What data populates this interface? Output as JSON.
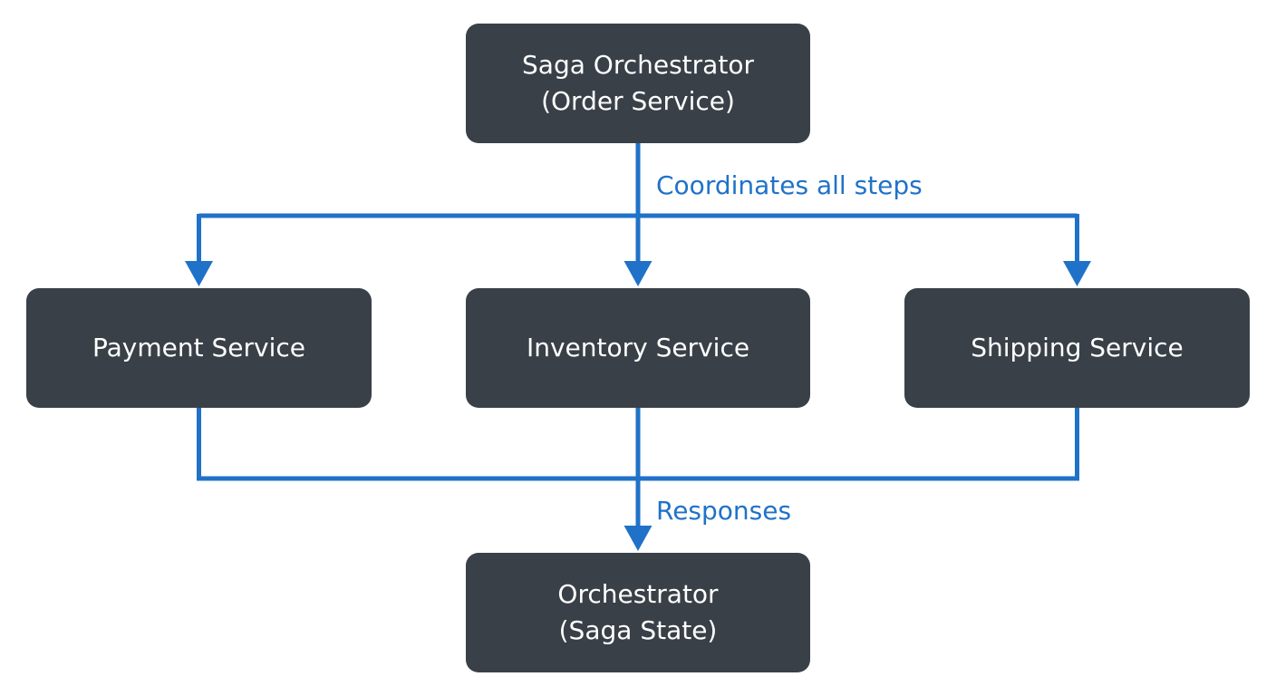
{
  "diagram": {
    "colors": {
      "node_fill": "#394047",
      "node_text": "#ffffff",
      "connector": "#1f72c8",
      "background": "#ffffff"
    },
    "nodes": {
      "orchestrator_top": {
        "line1": "Saga Orchestrator",
        "line2": "(Order Service)"
      },
      "payment": {
        "label": "Payment Service"
      },
      "inventory": {
        "label": "Inventory Service"
      },
      "shipping": {
        "label": "Shipping Service"
      },
      "orchestrator_bottom": {
        "line1": "Orchestrator",
        "line2": "(Saga State)"
      }
    },
    "edge_labels": {
      "coordinates": "Coordinates all steps",
      "responses": "Responses"
    }
  }
}
